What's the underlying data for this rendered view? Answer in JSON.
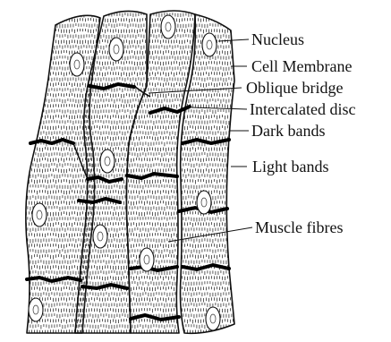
{
  "labels": {
    "nucleus": "Nucleus",
    "cell_membrane": "Cell Membrane",
    "oblique_bridge": "Oblique bridge",
    "intercalated_disc": "Intercalated disc",
    "dark_bands": "Dark bands",
    "light_bands": "Light bands",
    "muscle_fibres": "Muscle fibres"
  }
}
